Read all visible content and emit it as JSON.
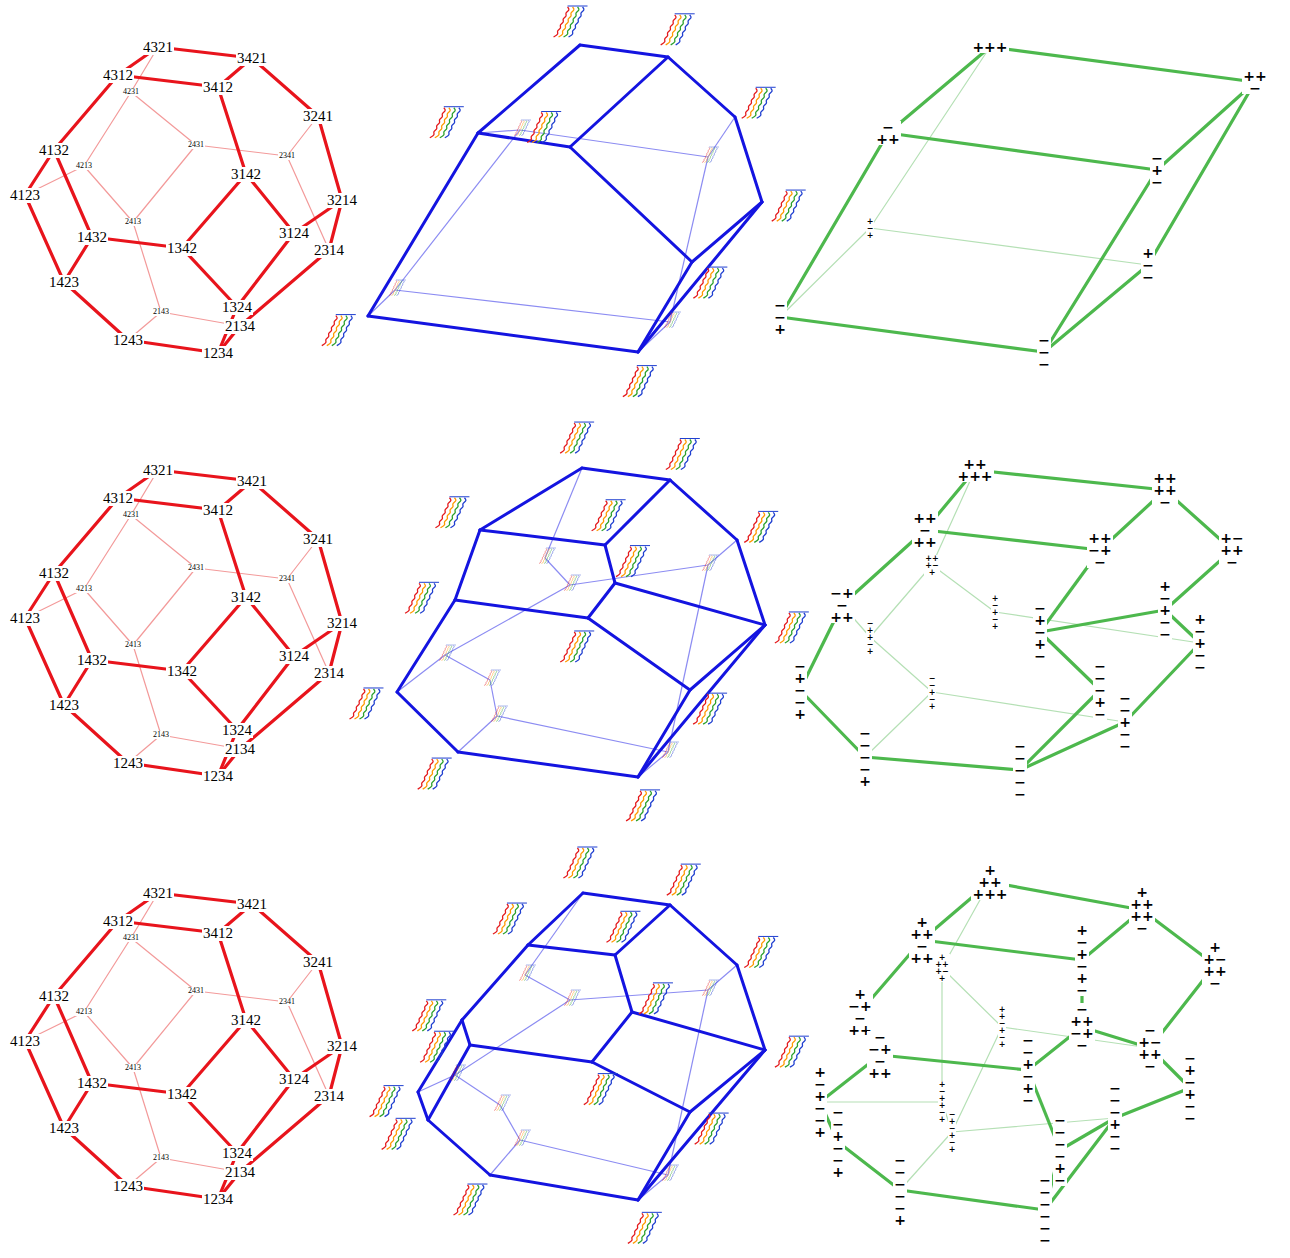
{
  "diagram": {
    "labels": [
      "4321",
      "3421",
      "4312",
      "3412",
      "4231",
      "3241",
      "4132",
      "2431",
      "2341",
      "4213",
      "3142",
      "4123",
      "3214",
      "2413",
      "1432",
      "3124",
      "1342",
      "2314",
      "1423",
      "1324",
      "2143",
      "2134",
      "1243",
      "1234",
      "+++",
      "++−",
      "−++",
      "−+−",
      "+−+",
      "+−−",
      "−−+",
      "−−−",
      "4321",
      "3421",
      "4312",
      "3412",
      "4231",
      "3241",
      "4132",
      "2431",
      "2341",
      "4213",
      "3142",
      "4123",
      "3214",
      "2413",
      "1432",
      "3124",
      "1342",
      "2314",
      "1423",
      "1324",
      "2143",
      "2134",
      "1243",
      "1234",
      "++ +++",
      "++ ++−",
      "+− ++−",
      "++ −++",
      "++ +−+",
      "++ −+−",
      "−+ −++",
      "+− +−+",
      "+− +−−",
      "−+ +−+",
      "−+ −+−",
      "+− +−−",
      "−+ −−+",
      "−− +−+",
      "−− −+−",
      "−− +−−",
      "−− −−+",
      "−− −−−",
      "4321",
      "3421",
      "4312",
      "3412",
      "4231",
      "3241",
      "4132",
      "2431",
      "2341",
      "4213",
      "3142",
      "4123",
      "3214",
      "2413",
      "1432",
      "3124",
      "1342",
      "2314",
      "1423",
      "1324",
      "2143",
      "2134",
      "1243",
      "1234",
      "+ ++ +++",
      "+ ++ ++−",
      "+ ++ −++",
      "+ ++ +−+",
      "+ −+ −+−",
      "+ +− ++−",
      "+ −+ −++",
      "− ++ −+−",
      "+ +− +−+",
      "− +− ++−",
      "− −+ −++",
      "− −+ −+−",
      "− +− +−−",
      "+ −+ −−+",
      "+ −+ +−+",
      "− −− +−−",
      "− +− +−+",
      "− −+ −−+",
      "− −− −+−",
      "− −− −−+",
      "− −− −−−"
    ]
  }
}
